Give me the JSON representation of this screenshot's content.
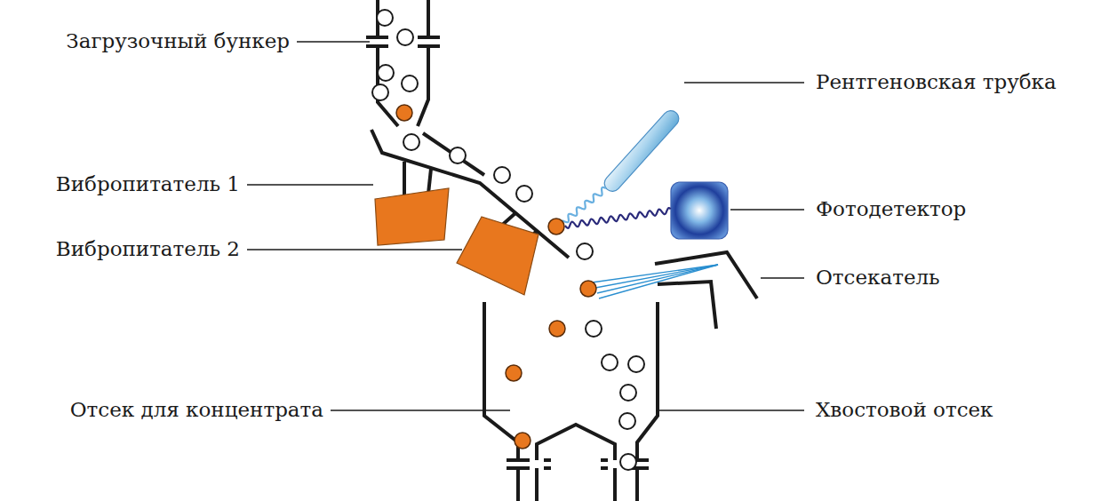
{
  "diagram": {
    "labels": [
      "Загрузочный бункер",
      "Рентгеновская трубка",
      "Вибропитатель 1",
      "Фотодетектор",
      "Вибропитатель 2",
      "Отсекатель",
      "Отсек для концентрата",
      "Хвостовой отсек"
    ]
  }
}
